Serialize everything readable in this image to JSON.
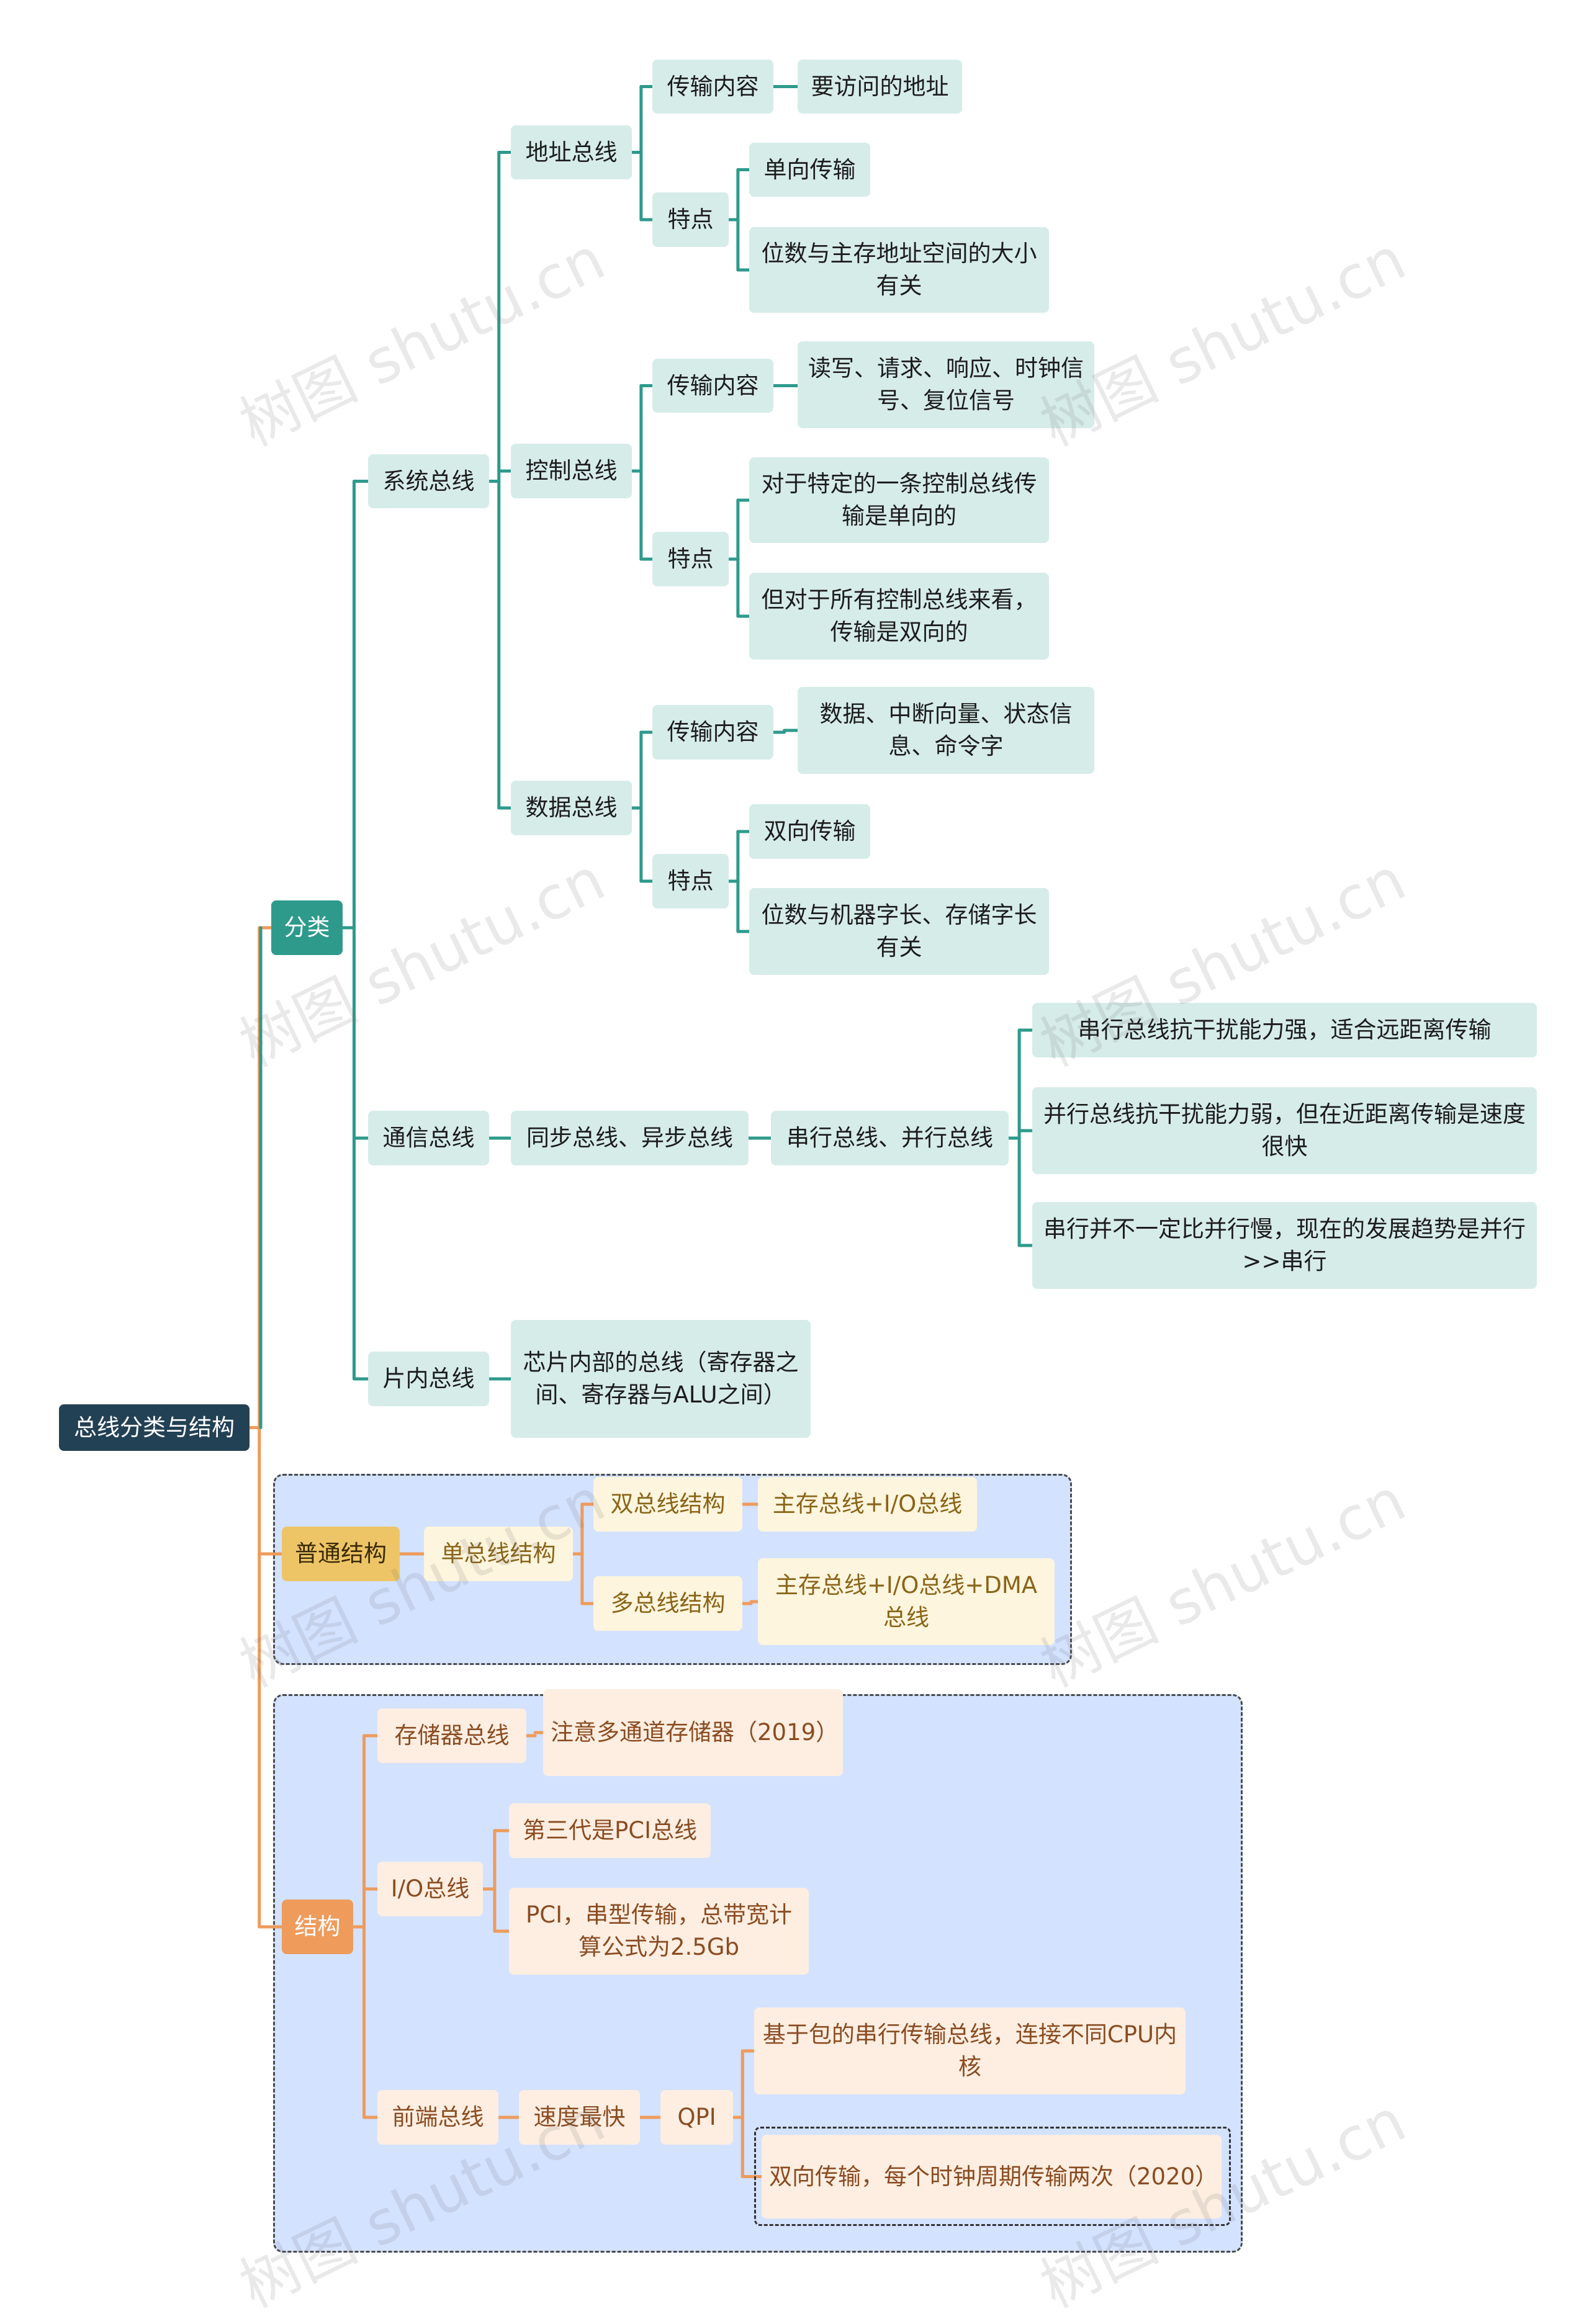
{
  "root": "总线分类与结构",
  "classification": {
    "label": "分类",
    "system_bus": {
      "label": "系统总线",
      "address_bus": {
        "label": "地址总线",
        "content_label": "传输内容",
        "content": "要访问的地址",
        "feature_label": "特点",
        "features": [
          "单向传输",
          "位数与主存地址空间的大小有关"
        ]
      },
      "control_bus": {
        "label": "控制总线",
        "content_label": "传输内容",
        "content": "读写、请求、响应、时钟信号、复位信号",
        "feature_label": "特点",
        "features": [
          "对于特定的一条控制总线传输是单向的",
          "但对于所有控制总线来看，传输是双向的"
        ]
      },
      "data_bus": {
        "label": "数据总线",
        "content_label": "传输内容",
        "content": "数据、中断向量、状态信息、命令字",
        "feature_label": "特点",
        "features": [
          "双向传输",
          "位数与机器字长、存储字长有关"
        ]
      }
    },
    "comm_bus": {
      "label": "通信总线",
      "sync": "同步总线、异步总线",
      "serial": "串行总线、并行总线",
      "notes": [
        "串行总线抗干扰能力强，适合远距离传输",
        "并行总线抗干扰能力弱，但在近距离传输是速度很快",
        "串行并不一定比并行慢，现在的发展趋势是并行>>串行"
      ]
    },
    "onchip_bus": {
      "label": "片内总线",
      "desc": "芯片内部的总线（寄存器之间、寄存器与ALU之间）"
    }
  },
  "general_structure": {
    "label": "普通结构",
    "single": "单总线结构",
    "dual": {
      "label": "双总线结构",
      "desc": "主存总线+I/O总线"
    },
    "multi": {
      "label": "多总线结构",
      "desc": "主存总线+I/O总线+DMA总线"
    }
  },
  "structure": {
    "label": "结构",
    "memory_bus": {
      "label": "存储器总线",
      "desc": "注意多通道存储器（2019）"
    },
    "io_bus": {
      "label": "I/O总线",
      "items": [
        "第三代是PCI总线",
        "PCI，串型传输，总带宽计算公式为2.5Gb"
      ]
    },
    "front_bus": {
      "label": "前端总线",
      "speed": "速度最快",
      "qpi": "QPI",
      "items": [
        "基于包的串行传输总线，连接不同CPU内核",
        "双向传输，每个时钟周期传输两次（2020）"
      ]
    }
  },
  "watermark": "树图 shutu.cn",
  "colors": {
    "teal": "#2d9a8c",
    "orange": "#ee9b5c",
    "root": "#234155"
  }
}
